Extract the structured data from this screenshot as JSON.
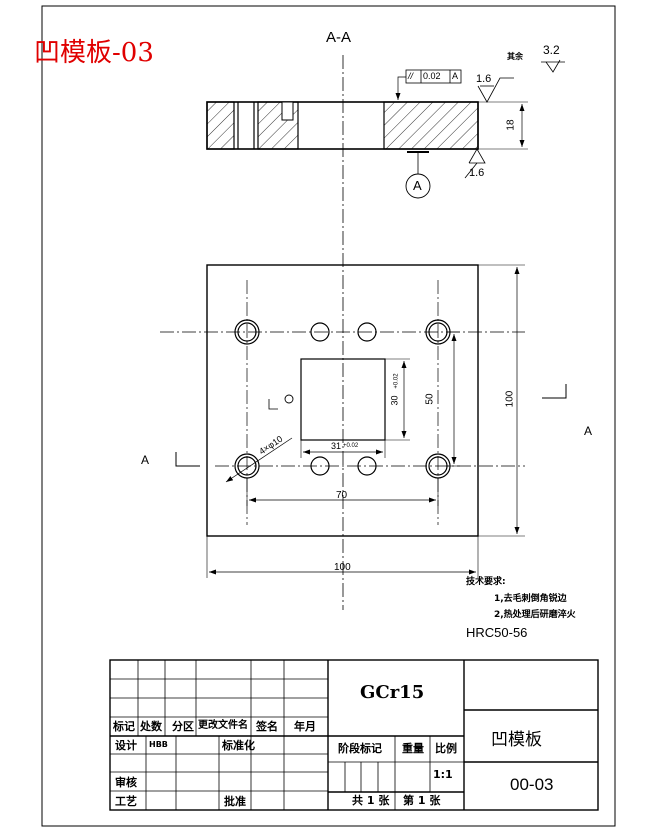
{
  "drawing_title": "凹模板-03",
  "section": {
    "label": "A-A",
    "marker_left": "A",
    "marker_right": "A",
    "datum": "A"
  },
  "roughness": {
    "other_label": "其余",
    "other_value": "3.2",
    "top": "1.6",
    "bottom": "1.6"
  },
  "tolerance": {
    "symbol": "//",
    "value": "0.02",
    "datum": "A"
  },
  "dimensions": {
    "thickness": "18",
    "square_h": "30",
    "square_w": "31",
    "fit_mark": "+0.02",
    "hole_spacing_v": "50",
    "outer_v": "100",
    "hole_spacing_h": "70",
    "outer_h": "100",
    "holes": "4×φ10"
  },
  "tech_requirements": {
    "title": "技术要求:",
    "items": [
      "1,去毛刺倒角锐边",
      "2,热处理后研磨淬火"
    ],
    "hardness": "HRC50-56"
  },
  "title_block": {
    "material": "GCr15",
    "part_name": "凹模板",
    "drawing_no": "00-03",
    "scale": "1:1",
    "header_row": [
      "标记",
      "处数",
      "分区",
      "更改文件名",
      "签名",
      "年月"
    ],
    "design_label": "设计",
    "designer": "HBB",
    "standardize_label": "标准化",
    "review_label": "审核",
    "process_label": "工艺",
    "approve_label": "批准",
    "stage_label": "阶段标记",
    "weight_label": "重量",
    "scale_label": "比例",
    "sheets_total": "共 1 张",
    "sheet_no": "第 1 张"
  }
}
